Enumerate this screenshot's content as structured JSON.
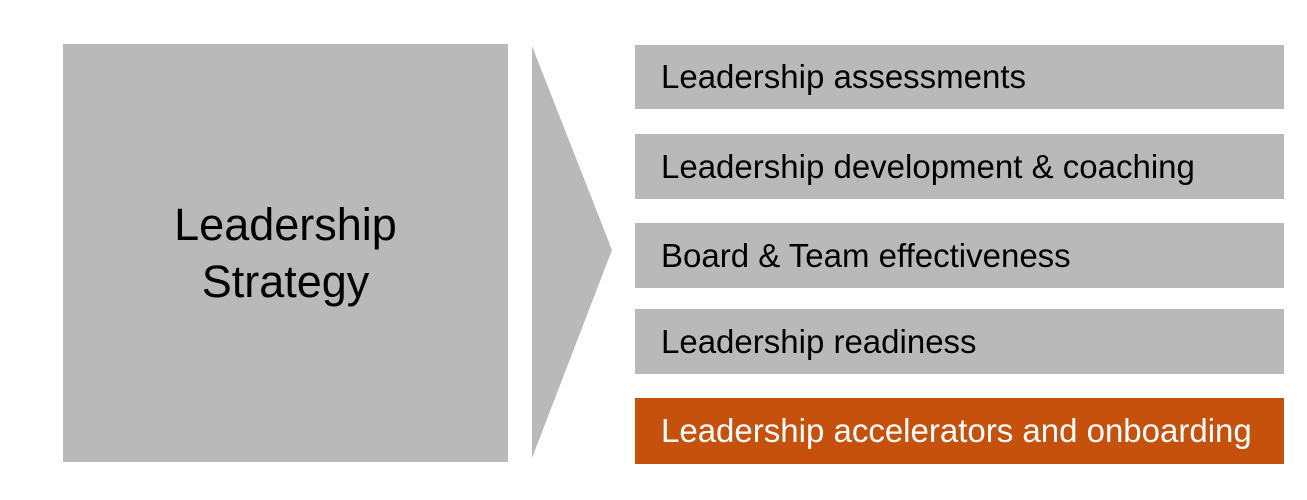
{
  "diagram": {
    "left_box": {
      "lines": [
        "Leadership",
        "Strategy"
      ]
    },
    "arrow": {
      "name": "right-pointing-arrow",
      "direction": "right"
    },
    "bars": [
      {
        "label": "Leadership assessments",
        "highlighted": false
      },
      {
        "label": "Leadership development & coaching",
        "highlighted": false
      },
      {
        "label": "Board & Team effectiveness",
        "highlighted": false
      },
      {
        "label": "Leadership readiness",
        "highlighted": false
      },
      {
        "label": "Leadership accelerators and onboarding",
        "highlighted": true
      }
    ],
    "colors": {
      "shape_gray": "#b9b9b9",
      "highlight_orange": "#c5510d",
      "text_dark": "#000000",
      "text_light": "#ffffff",
      "background": "#ffffff"
    }
  }
}
